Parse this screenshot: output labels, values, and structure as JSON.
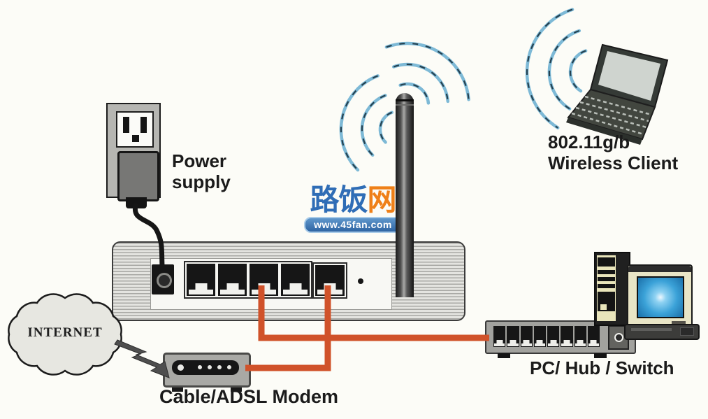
{
  "title": "Wireless router connection diagram",
  "watermark": {
    "brand_blue": "路饭",
    "brand_orange": "网",
    "url": "www.45fan.com",
    "blue_color": "#2f6db6",
    "orange_color": "#ef8018",
    "banner_color": "#2e64a2"
  },
  "labels": {
    "power_supply": [
      "Power",
      "supply"
    ],
    "wireless_client": [
      "802.11g/b",
      "Wireless Client"
    ],
    "internet": "INTERNET",
    "modem": "Cable/ADSL Modem",
    "pc_hub_switch": "PC/ Hub / Switch"
  },
  "devices": {
    "router": {
      "lan_ports_visible": 4,
      "wan_ports_visible": 1,
      "antenna_count": 1
    },
    "switch": {
      "ports_visible": 8
    },
    "modem_led_count": 5
  },
  "connections": [
    {
      "from": "internet-cloud",
      "to": "cable-adsl-modem",
      "link": "lightning-arrow"
    },
    {
      "from": "cable-adsl-modem",
      "to": "router-wan-port",
      "cable_color": "#d0522a"
    },
    {
      "from": "router-lan-port-3",
      "to": "pc-hub-switch",
      "cable_color": "#d0522a"
    },
    {
      "from": "power-supply-adapter",
      "to": "router-power-jack",
      "cable_color": "#161616"
    }
  ],
  "colors": {
    "cable_orange": "#d0522a",
    "wifi_arc_light": "#7db9d6",
    "wifi_arc_dark": "#24404f",
    "label_text": "#1b1b1b",
    "monitor_screen": "#3ba2d8"
  }
}
